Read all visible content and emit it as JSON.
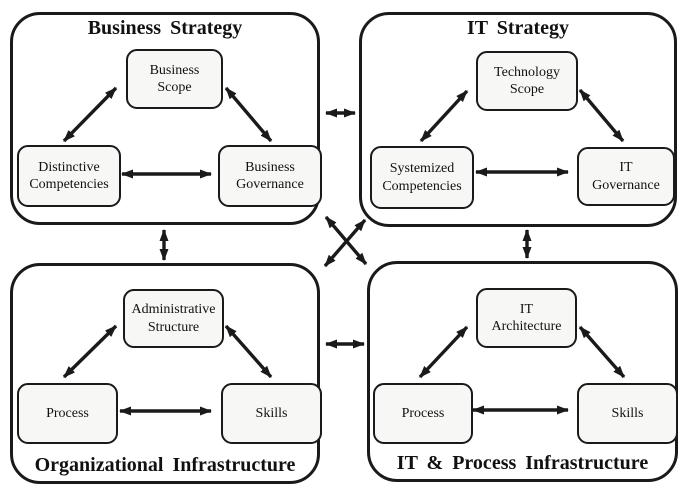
{
  "diagram": {
    "quadrants": {
      "business_strategy": {
        "title": "Business Strategy",
        "nodes": {
          "top": {
            "line1": "Business",
            "line2": "Scope"
          },
          "left": {
            "line1": "Distinctive",
            "line2": "Competencies"
          },
          "right": {
            "line1": "Business",
            "line2": "Governance"
          }
        }
      },
      "it_strategy": {
        "title": "IT Strategy",
        "nodes": {
          "top": {
            "line1": "Technology",
            "line2": "Scope"
          },
          "left": {
            "line1": "Systemized",
            "line2": "Competencies"
          },
          "right": {
            "line1": "IT",
            "line2": "Governance"
          }
        }
      },
      "organizational_infrastructure": {
        "title": "Organizational Infrastructure",
        "nodes": {
          "top": {
            "line1": "Administrative",
            "line2": "Structure"
          },
          "left": {
            "line1": "Process"
          },
          "right": {
            "line1": "Skills"
          }
        }
      },
      "it_process_infrastructure": {
        "title": "IT & Process Infrastructure",
        "nodes": {
          "top": {
            "line1": "IT",
            "line2": "Architecture"
          },
          "left": {
            "line1": "Process"
          },
          "right": {
            "line1": "Skills"
          }
        }
      }
    },
    "connections": [
      "Distinctive Competencies <-> Business Scope",
      "Business Scope <-> Business Governance",
      "Distinctive Competencies <-> Business Governance",
      "Systemized Competencies <-> Technology Scope",
      "Technology Scope <-> IT Governance",
      "Systemized Competencies <-> IT Governance",
      "Process <-> Administrative Structure",
      "Administrative Structure <-> Skills",
      "Process <-> Skills (organizational)",
      "Process <-> IT Architecture",
      "IT Architecture <-> Skills",
      "Process <-> Skills (IT)",
      "Business Strategy <-> IT Strategy",
      "Organizational Infrastructure <-> IT & Process Infrastructure",
      "Business Strategy <-> Organizational Infrastructure",
      "IT Strategy <-> IT & Process Infrastructure",
      "Business Strategy <-> IT & Process Infrastructure",
      "IT Strategy <-> Organizational Infrastructure"
    ],
    "colors": {
      "border": "#1a1a1a",
      "arrow": "#1a1a1a",
      "node_fill": "#f7f7f5",
      "background": "#ffffff"
    }
  }
}
